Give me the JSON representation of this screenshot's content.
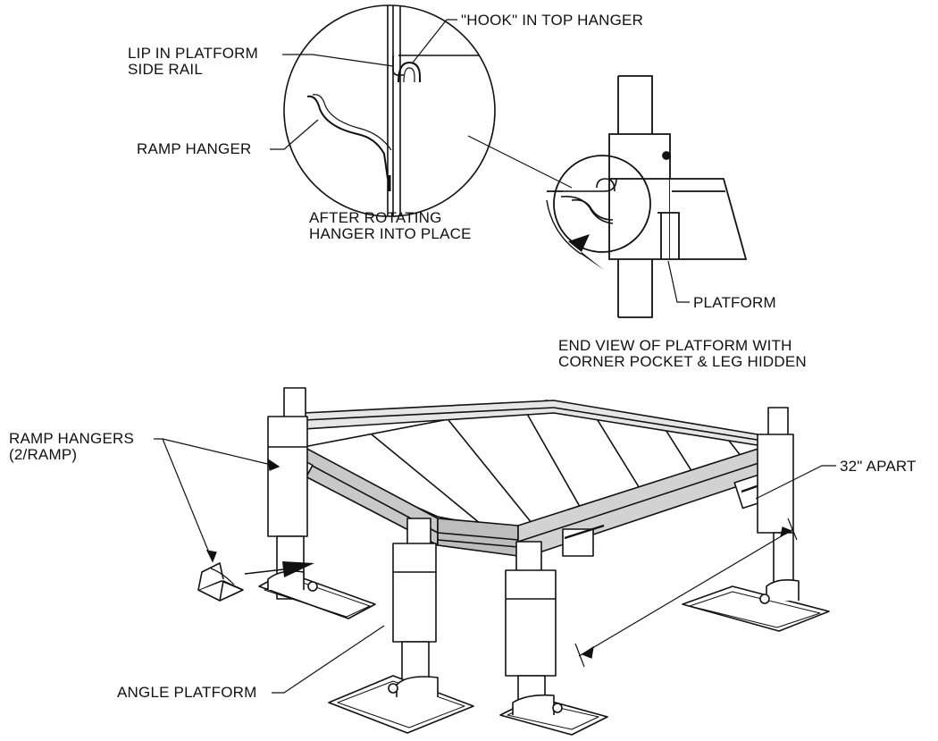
{
  "labels": {
    "hook_top_hanger": "\"HOOK\" IN TOP HANGER",
    "lip_line1": "LIP IN PLATFORM",
    "lip_line2": "SIDE RAIL",
    "ramp_hanger": "RAMP HANGER",
    "after_line1": "AFTER ROTATING",
    "after_line2": "HANGER INTO PLACE",
    "platform": "PLATFORM",
    "end_view_line1": "END VIEW OF PLATFORM WITH",
    "end_view_line2": "CORNER POCKET & LEG HIDDEN",
    "ramp_hangers_line1": "RAMP HANGERS",
    "ramp_hangers_line2": "(2/RAMP)",
    "apart": "32\" APART",
    "angle_platform": "ANGLE PLATFORM"
  },
  "colors": {
    "ink": "#111111",
    "paper": "#ffffff",
    "shade_light": "#e6e6e6",
    "shade_mid": "#c8c8c8",
    "shade_dark": "#9a9a9a"
  }
}
